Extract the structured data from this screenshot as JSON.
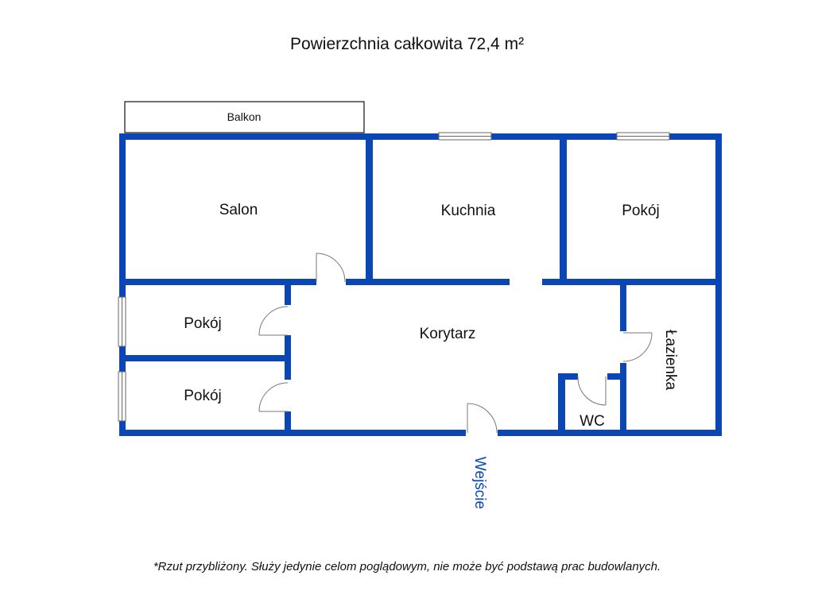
{
  "title": "Powierzchnia całkowita 72,4 m²",
  "footnote": "*Rzut przybliżony. Służy jedynie celom poglądowym, nie może być podstawą prac budowlanych.",
  "rooms": {
    "balkon": "Balkon",
    "salon": "Salon",
    "kuchnia": "Kuchnia",
    "pokoj_top": "Pokój",
    "pokoj_left_upper": "Pokój",
    "pokoj_left_lower": "Pokój",
    "korytarz": "Korytarz",
    "lazienka": "Łazienka",
    "wc": "WC"
  },
  "entrance": "Wejście",
  "colors": {
    "wall": "#0a47b4",
    "entrance_text": "#0a47b4"
  }
}
